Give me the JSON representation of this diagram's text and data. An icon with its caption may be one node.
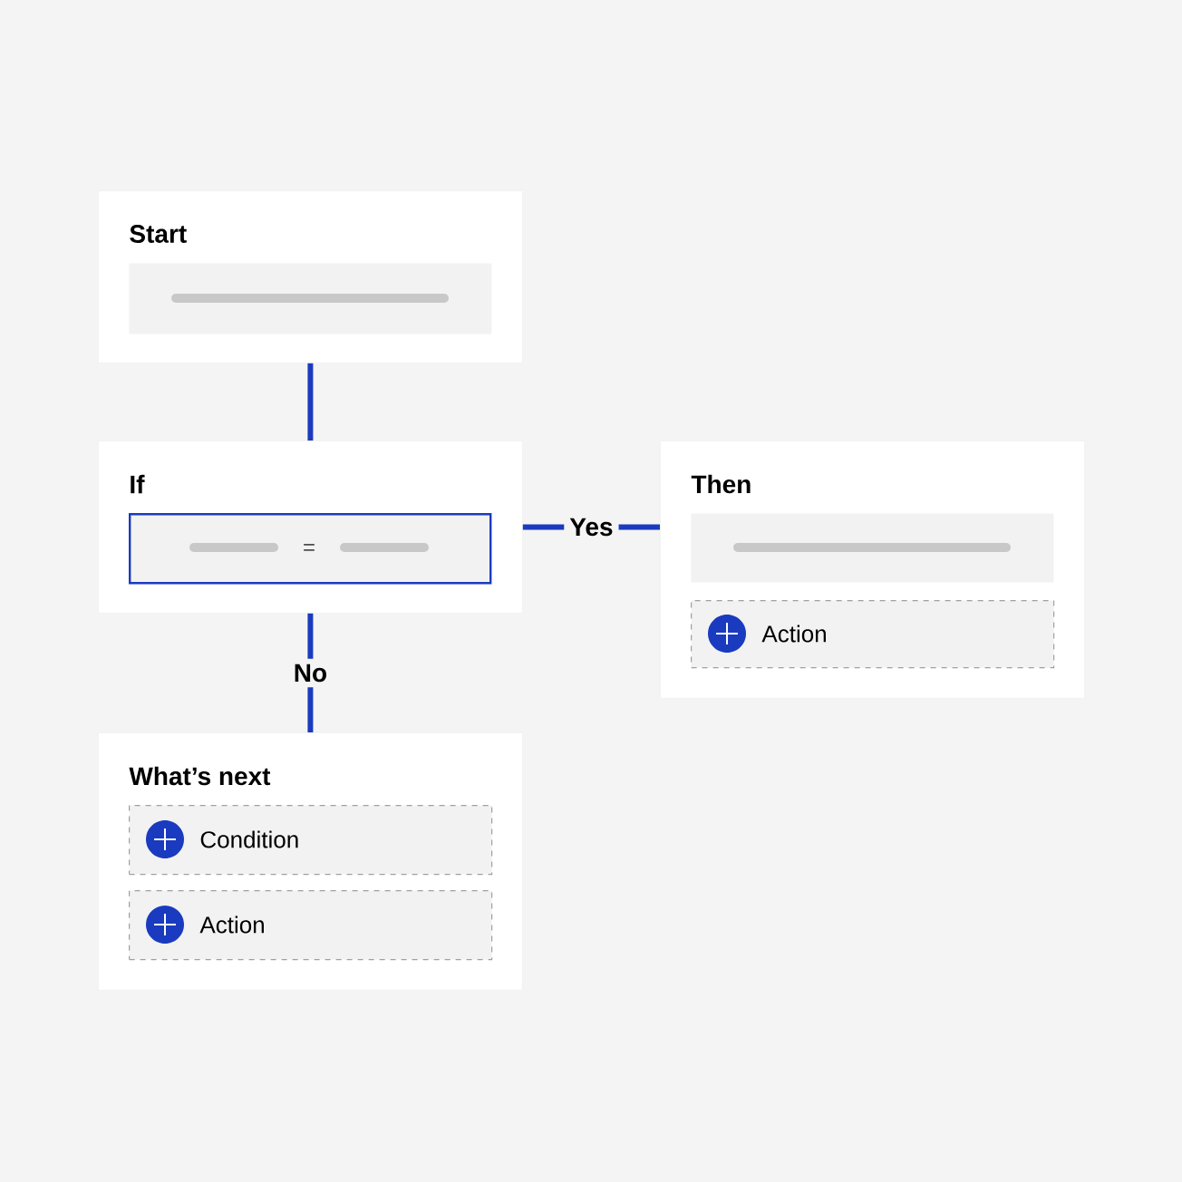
{
  "diagram": {
    "nodes": [
      {
        "text": [
          "Start"
        ]
      },
      {
        "text": [],
        "shape": "box",
        "in": 0
      },
      {
        "text": [
          "If"
        ]
      },
      {
        "text": [
          "="
        ],
        "in": 2
      },
      {
        "text": [
          "Then"
        ]
      },
      {
        "text": [],
        "shape": "box",
        "in": 4
      },
      {
        "text": [
          "Action"
        ],
        "in": 4
      },
      {
        "text": [
          "What’s next"
        ]
      },
      {
        "text": [
          "Condition"
        ],
        "in": 7
      },
      {
        "text": [
          "Action"
        ],
        "in": 7
      }
    ],
    "edges": [
      {
        "from": 0,
        "to": 2,
        "arrow": "none"
      },
      {
        "from": 2,
        "to": 4,
        "arrow": "none",
        "label": "Yes"
      },
      {
        "from": 2,
        "to": 7,
        "arrow": "none",
        "label": "No"
      }
    ]
  }
}
